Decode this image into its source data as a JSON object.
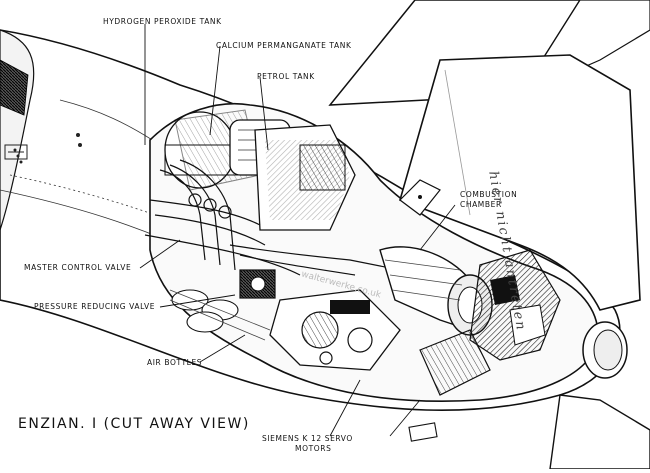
{
  "diagram": {
    "caption": "ENZIAN. I (CUT AWAY VIEW)",
    "labels": {
      "hydrogen_peroxide_tank": "HYDROGEN PEROXIDE TANK",
      "calcium_permanganate_tank": "CALCIUM PERMANGANATE TANK",
      "petrol_tank": "PETROL TANK",
      "combustion_chamber_line1": "COMBUSTION",
      "combustion_chamber_line2": "CHAMBER",
      "master_control_valve": "MASTER CONTROL VALVE",
      "pressure_reducing_valve": "PRESSURE REDUCING VALVE",
      "air_bottles": "AIR BOTTLES",
      "servo_motors_line1": "SIEMENS K 12 SERVO",
      "servo_motors_line2": "MOTORS"
    },
    "wing_marking": "hier nicht antreten",
    "watermark": "walterwerke.co.uk",
    "colors": {
      "ink": "#111111",
      "paper": "#ffffff"
    }
  }
}
